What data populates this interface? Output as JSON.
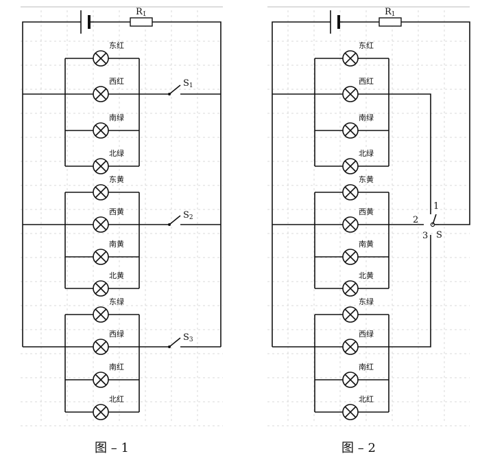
{
  "resistor_label": "R",
  "resistor_sub": "1",
  "lamps_fig1": [
    "东红",
    "西红",
    "南绿",
    "北绿",
    "东黄",
    "西黄",
    "南黄",
    "北黄",
    "东绿",
    "西绿",
    "南红",
    "北红"
  ],
  "lamps_fig2": [
    "东红",
    "西红",
    "南绿",
    "北绿",
    "东黄",
    "西黄",
    "南黄",
    "北黄",
    "东绿",
    "西绿",
    "南红",
    "北红"
  ],
  "switches_fig1": [
    {
      "label": "S",
      "sub": "1"
    },
    {
      "label": "S",
      "sub": "2"
    },
    {
      "label": "S",
      "sub": "3"
    }
  ],
  "switch_fig2": {
    "label": "S",
    "terminals": [
      "1",
      "2",
      "3"
    ]
  },
  "captions": [
    "图 – 1",
    "图 – 2"
  ]
}
